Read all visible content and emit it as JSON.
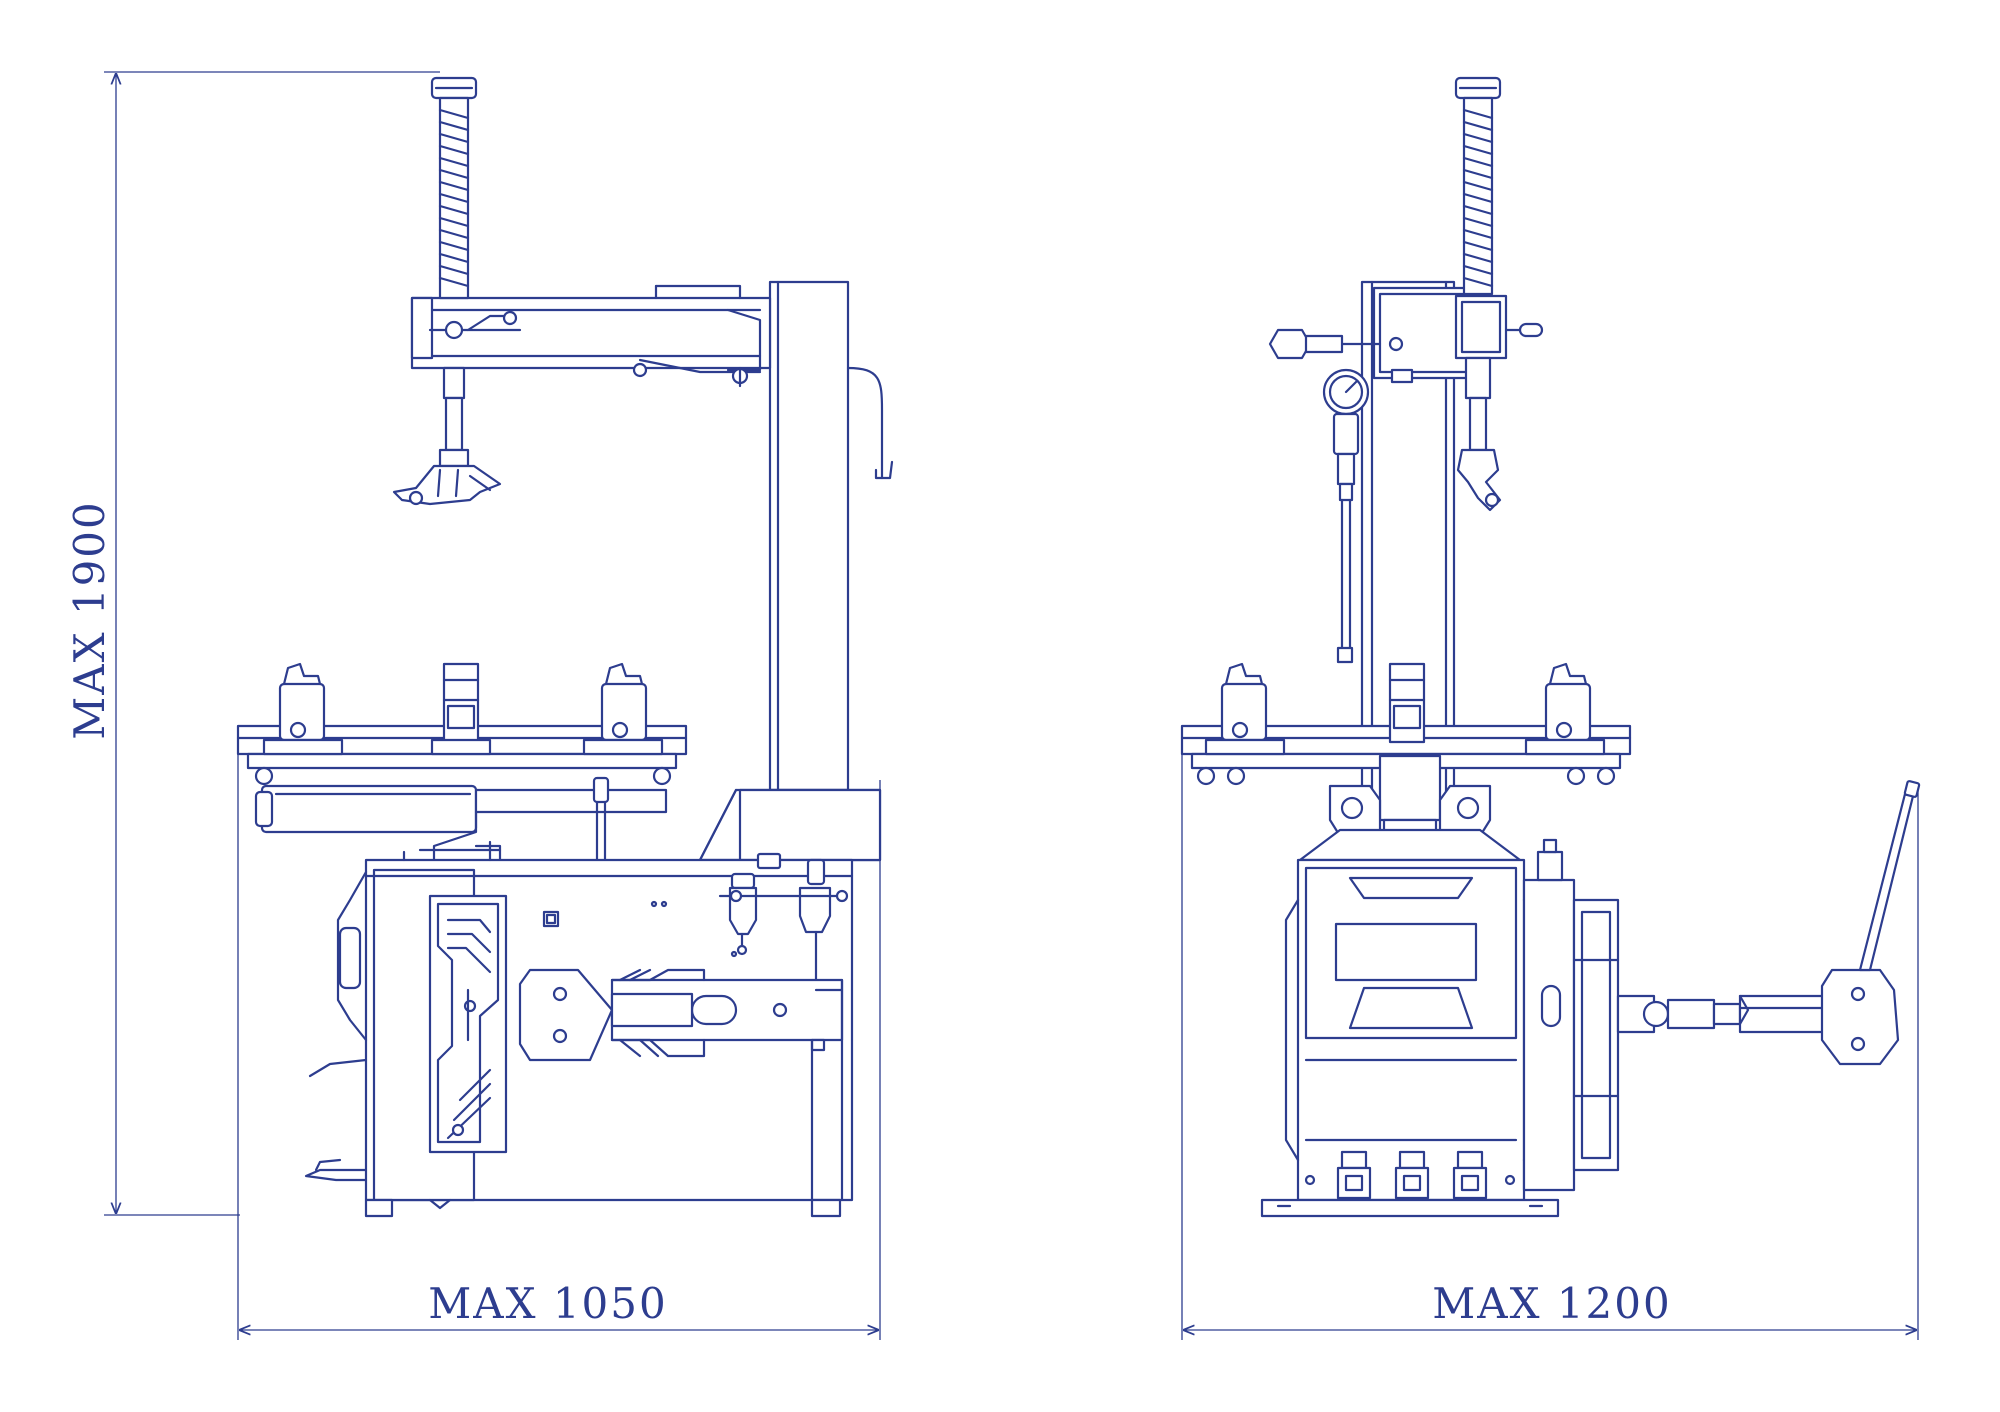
{
  "dimensions": {
    "height_label": "MAX 1900",
    "side_width_label": "MAX 1050",
    "front_width_label": "MAX 1200"
  },
  "colors": {
    "line": "#2d3d8f",
    "background": "#ffffff"
  }
}
